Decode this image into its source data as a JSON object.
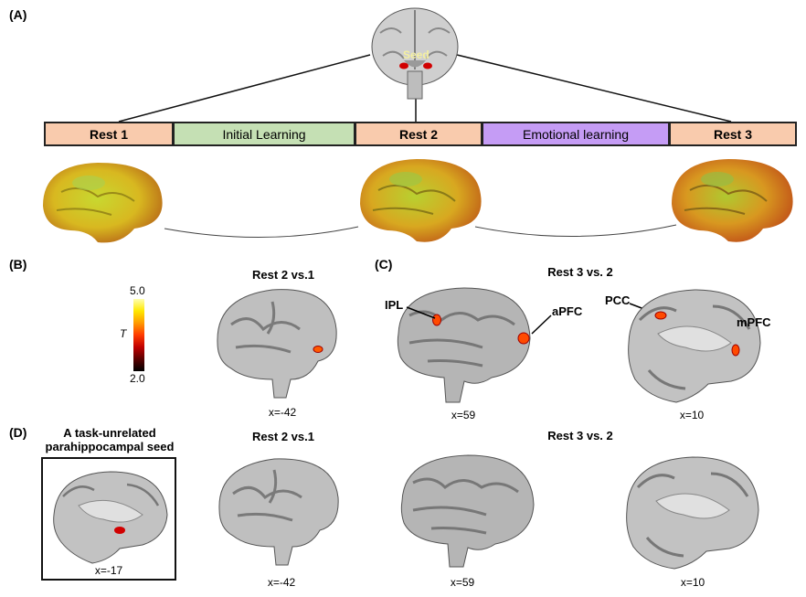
{
  "panels": {
    "a": "(A)",
    "b": "(B)",
    "c": "(C)",
    "d": "(D)"
  },
  "seed_label": "Seed",
  "timeline": {
    "rest1": "Rest 1",
    "initial": "Initial Learning",
    "rest2": "Rest 2",
    "emotional": "Emotional learning",
    "rest3": "Rest 3"
  },
  "colorbar": {
    "max": "5.0",
    "min": "2.0",
    "label": "T",
    "colors": [
      "#000000",
      "#5a0000",
      "#c00000",
      "#ff3b00",
      "#ff9a00",
      "#ffe800",
      "#ffffb0"
    ]
  },
  "row_b": {
    "title": "Rest 2 vs.1",
    "coord": "x=-42"
  },
  "row_c": {
    "title": "Rest 3 vs. 2",
    "coord_lateral": "x=59",
    "coord_medial": "x=10",
    "regions": [
      "IPL",
      "aPFC",
      "PCC",
      "mPFC"
    ]
  },
  "row_d": {
    "seed_title_line1": "A task-unrelated",
    "seed_title_line2": "parahippocampal seed",
    "seed_coord": "x=-17",
    "title_left": "Rest 2 vs.1",
    "title_right": "Rest 3 vs. 2",
    "coord1": "x=-42",
    "coord2": "x=59",
    "coord3": "x=10"
  }
}
